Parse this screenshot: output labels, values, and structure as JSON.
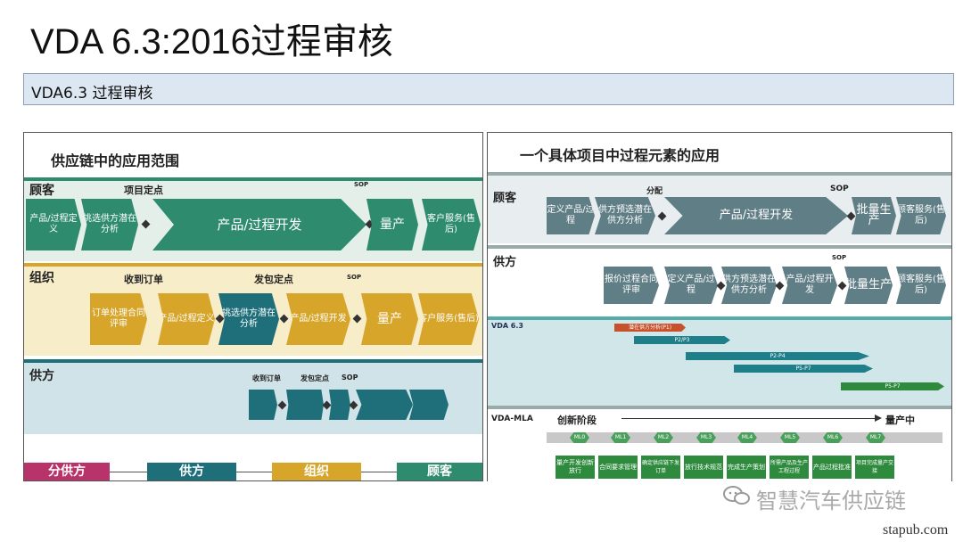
{
  "slide": {
    "title": "VDA 6.3:2016过程审核",
    "subtitle": "VDA6.3 过程审核"
  },
  "left": {
    "heading": "供应链中的应用范围",
    "customer": {
      "label": "顾客",
      "milestone1": "项目定点",
      "sop": "SOP",
      "steps": [
        "产品/过程定义",
        "挑选供方潜在分析",
        "产品/过程开发",
        "量产",
        "客户服务(售后)"
      ]
    },
    "org": {
      "label": "组织",
      "milestone1": "收到订单",
      "milestone2": "发包定点",
      "sop": "SOP",
      "steps": [
        "订单处理合同评审",
        "产品/过程定义",
        "挑选供方潜在分析",
        "产品/过程开发",
        "量产",
        "客户服务(售后)"
      ]
    },
    "supplier": {
      "label": "供方",
      "m1": "收到订单",
      "m2": "发包定点",
      "m3": "SOP"
    },
    "legend": [
      "分供方",
      "供方",
      "组织",
      "顾客"
    ]
  },
  "right": {
    "heading": "一个具体项目中过程元素的应用",
    "customer": {
      "label": "顾客",
      "milestone": "分配",
      "sop": "SOP",
      "steps": [
        "定义产品/过程",
        "供方预选潜在供方分析",
        "产品/过程开发",
        "批量生产",
        "顾客服务(售后)"
      ]
    },
    "supplier": {
      "label": "供方",
      "sop": "SOP",
      "steps": [
        "报价过程合同评审",
        "定义产品/过程",
        "供方预选潜在供方分析",
        "产品/过程开发",
        "批量生产",
        "顾客服务(售后)"
      ]
    },
    "vda": {
      "label": "VDA 6.3",
      "bars": [
        "潜在供方分析(P1)",
        "P2/P3",
        "P2-P4",
        "P5-P7",
        "P5-P7"
      ]
    },
    "mla": {
      "label": "VDA-MLA",
      "phase": "创新阶段",
      "end": "量产中",
      "levels": [
        "ML0",
        "ML1",
        "ML2",
        "ML3",
        "ML4",
        "ML5",
        "ML6",
        "ML7"
      ],
      "boxes": [
        "量产开发创新放行",
        "合同要求管理",
        "确定供应链下发订单",
        "放行技术规范",
        "完成生产策划",
        "所需产品及生产工程过程",
        "产品过程批准",
        "项目完成量产交接"
      ]
    }
  },
  "watermark": {
    "brand": "智慧汽车供应链",
    "site": "stapub.com"
  },
  "colors": {
    "customer_row": "#2e8b6e",
    "org_row": "#d6a52a",
    "supplier_row": "#1e6f7a",
    "subcontractor": "#b8336a"
  }
}
